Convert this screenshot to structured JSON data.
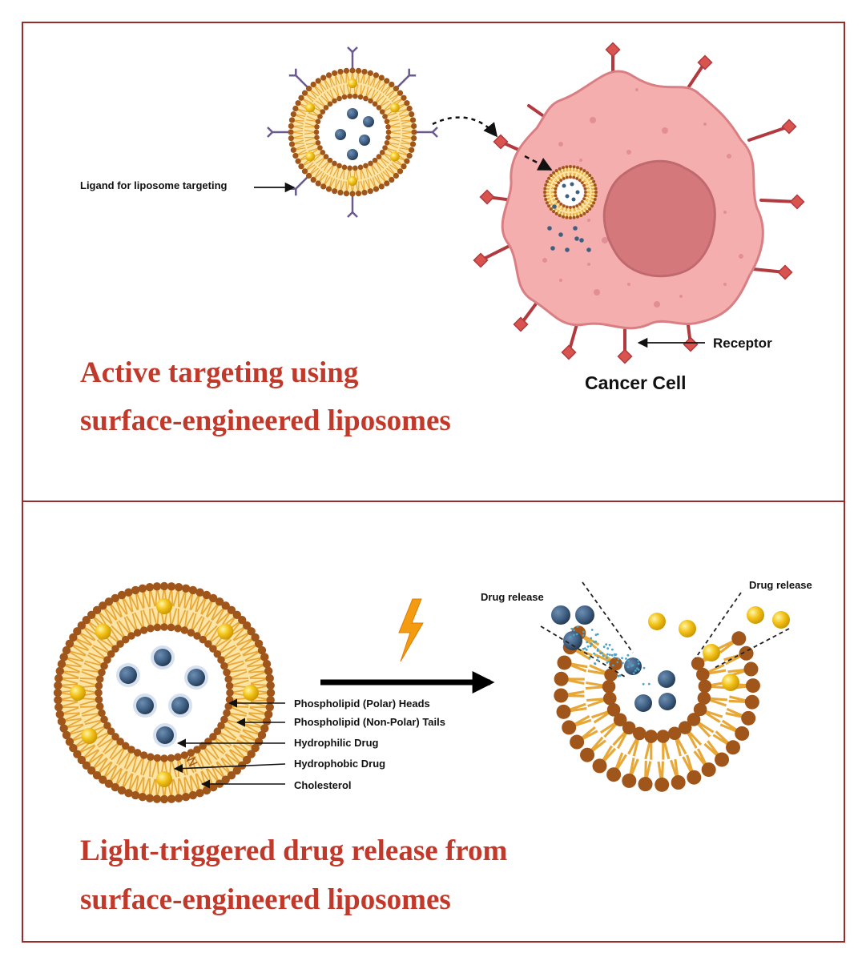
{
  "panels": {
    "top": {
      "title_line1": "Active targeting using",
      "title_line2": "surface-engineered liposomes",
      "ligand_label": "Ligand for liposome targeting",
      "receptor_label": "Receptor",
      "cell_label": "Cancer Cell"
    },
    "bottom": {
      "title_line1": "Light-triggered drug release from",
      "title_line2": "surface-engineered liposomes",
      "labels": [
        "Phospholipid (Polar) Heads",
        "Phospholipid (Non-Polar) Tails",
        "Hydrophilic Drug",
        "Hydrophobic Drug",
        "Cholesterol"
      ],
      "drug_release_left": "Drug release",
      "drug_release_right": "Drug release"
    }
  },
  "colors": {
    "frame": "#9b2a2a",
    "title": "#c0392b",
    "phospholipid_head": "#a0561a",
    "phospholipid_tail": "#e8a838",
    "bilayer_fill": "#fbe4a6",
    "cholesterol": "#f2c218",
    "drug": "#3f5f82",
    "cell_body": "#f5aeae",
    "nucleus": "#d4787c",
    "receptor": "#b23a3f",
    "ligand": "#6a5a8e",
    "lightning": "#f39c12"
  }
}
